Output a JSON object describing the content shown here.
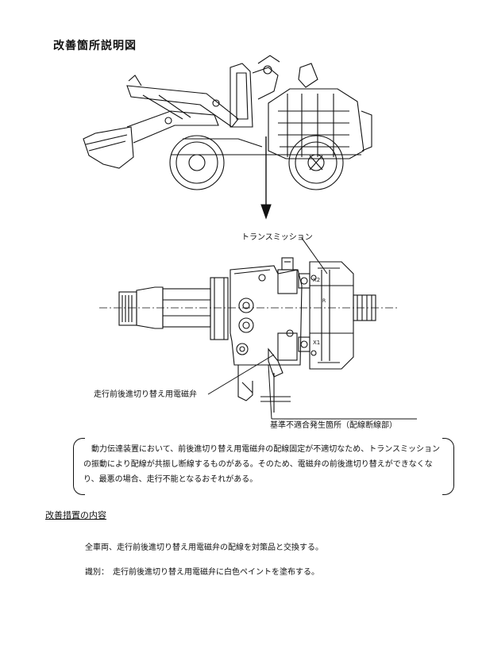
{
  "title": "改善箇所説明図",
  "labels": {
    "transmission": "トランスミッション",
    "x2": "X2",
    "x1": "X1",
    "r": "R",
    "solenoid": "走行前後進切り替え用電磁弁",
    "defect": "基準不適合発生箇所（配線断線部）"
  },
  "note": "動力伝達装置において、前後進切り替え用電磁弁の配線固定が不適切なため、トランスミッションの振動により配線が共振し断線するものがある。そのため、電磁弁の前後進切り替えができなくなり、最悪の場合、走行不能となるおそれがある。",
  "section_title": "改善措置の内容",
  "measures": {
    "line1": "全車両、走行前後進切り替え用電磁弁の配線を対策品と交換する。",
    "line2": "識別：　走行前後進切り替え用電磁弁に白色ペイントを塗布する。"
  }
}
